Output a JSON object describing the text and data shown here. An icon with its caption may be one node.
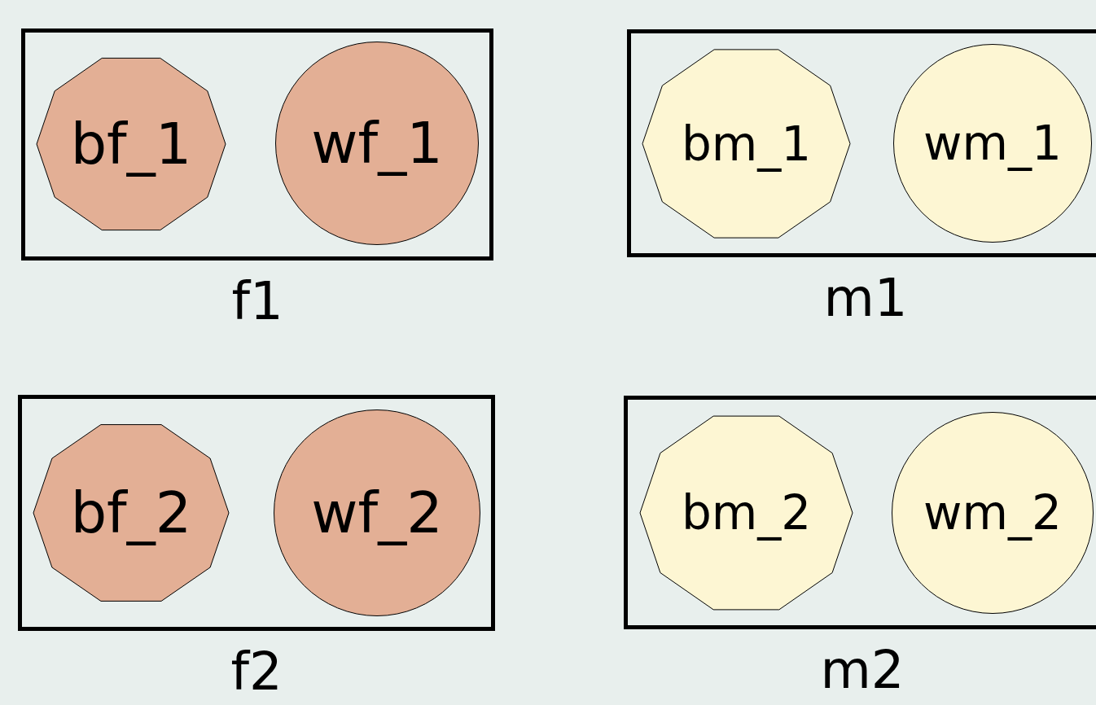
{
  "diagram": {
    "nodes": [
      {
        "text": [
          "f1"
        ]
      },
      {
        "text": [
          "bf_1"
        ],
        "in": 0
      },
      {
        "text": [
          "wf_1"
        ],
        "in": 0
      },
      {
        "text": [
          "m1"
        ]
      },
      {
        "text": [
          "bm_1"
        ],
        "in": 3
      },
      {
        "text": [
          "wm_1"
        ],
        "in": 3
      },
      {
        "text": [
          "f2"
        ]
      },
      {
        "text": [
          "bf_2"
        ],
        "in": 6
      },
      {
        "text": [
          "wf_2"
        ],
        "in": 6
      },
      {
        "text": [
          "m2"
        ]
      },
      {
        "text": [
          "bm_2"
        ],
        "in": 9
      },
      {
        "text": [
          "wm_2"
        ],
        "in": 9
      }
    ]
  }
}
